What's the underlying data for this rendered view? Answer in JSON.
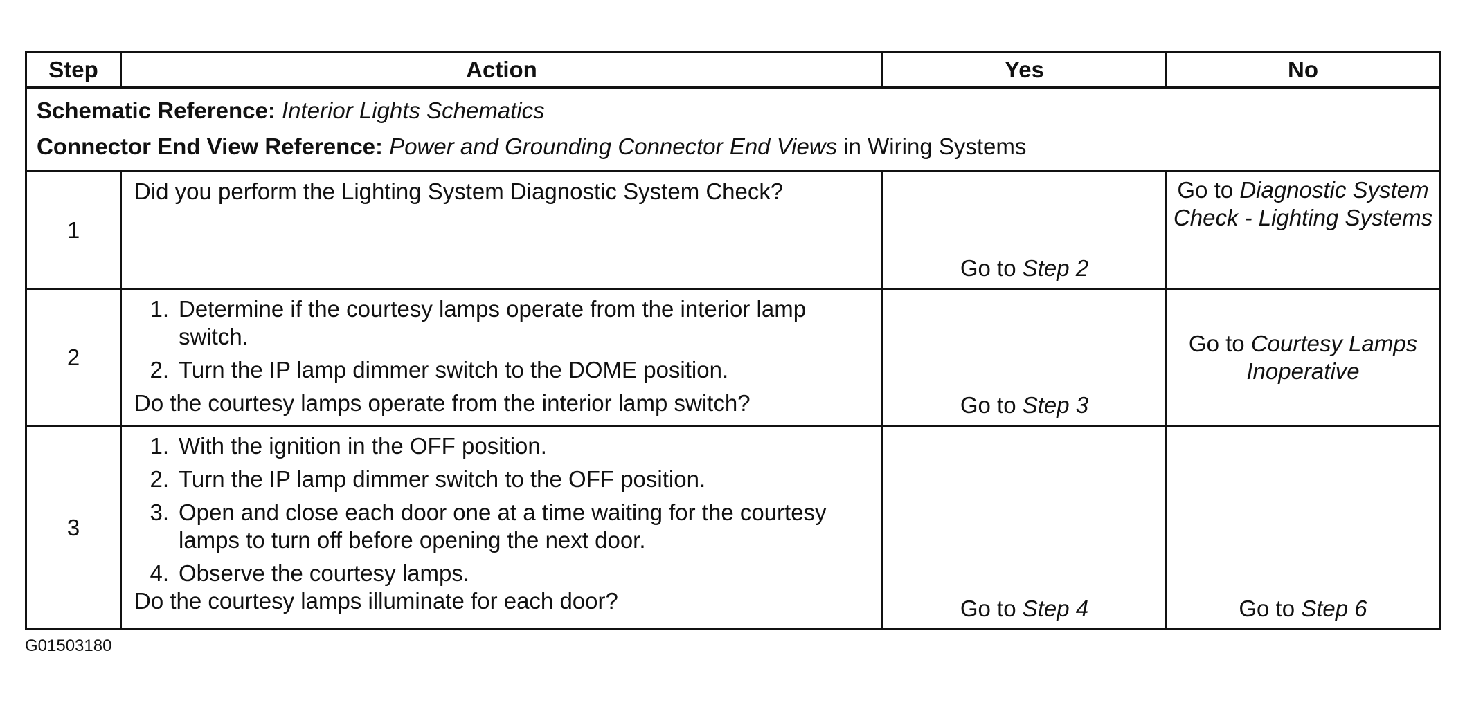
{
  "headers": {
    "step": "Step",
    "action": "Action",
    "yes": "Yes",
    "no": "No"
  },
  "references": {
    "schematic_label": "Schematic Reference:",
    "schematic_value": "Interior Lights Schematics",
    "connector_label": "Connector End View Reference:",
    "connector_value": "Power and Grounding Connector End Views",
    "connector_suffix": " in Wiring Systems"
  },
  "steps": [
    {
      "number": "1",
      "question": "Did you perform the Lighting System Diagnostic System Check?",
      "yes_prefix": "Go to ",
      "yes_target": "Step 2",
      "no_prefix": "Go to ",
      "no_target": "Diagnostic System Check - Lighting Systems"
    },
    {
      "number": "2",
      "items": [
        {
          "n": "1.",
          "text": "Determine if the courtesy lamps operate from the interior lamp switch."
        },
        {
          "n": "2.",
          "text": "Turn the IP lamp dimmer switch to the DOME position."
        }
      ],
      "question": "Do the courtesy lamps operate from the interior lamp switch?",
      "yes_prefix": "Go to ",
      "yes_target": "Step 3",
      "no_prefix": "Go to ",
      "no_target": "Courtesy Lamps Inoperative"
    },
    {
      "number": "3",
      "items": [
        {
          "n": "1.",
          "text": "With the ignition in the OFF position."
        },
        {
          "n": "2.",
          "text": "Turn the IP lamp dimmer switch to the OFF position."
        },
        {
          "n": "3.",
          "text": "Open and close each door one at a time waiting for the courtesy lamps to turn off before opening the next door."
        },
        {
          "n": "4.",
          "text": "Observe the courtesy lamps."
        }
      ],
      "question": "Do the courtesy lamps illuminate for each door?",
      "yes_prefix": "Go to ",
      "yes_target": "Step 4",
      "no_prefix": "Go to ",
      "no_target": "Step 6"
    }
  ],
  "figure_id": "G01503180"
}
